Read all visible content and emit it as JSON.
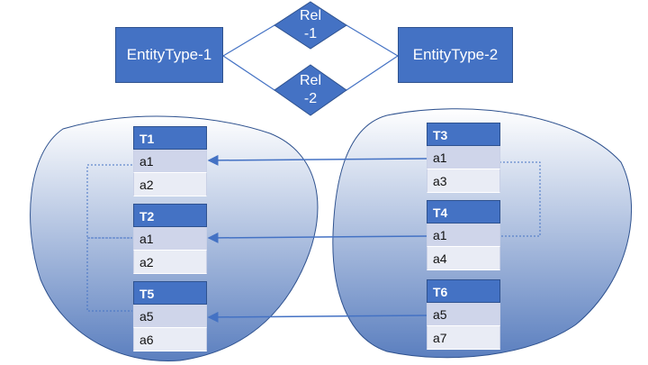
{
  "entities": {
    "left": "EntityType-1",
    "right": "EntityType-2"
  },
  "relationships": {
    "top": "Rel\n-1",
    "top_line1": "Rel",
    "top_line2": "-1",
    "bottom_line1": "Rel",
    "bottom_line2": "-2"
  },
  "tables": {
    "t1": {
      "name": "T1",
      "rows": [
        "a1",
        "a2"
      ]
    },
    "t2": {
      "name": "T2",
      "rows": [
        "a1",
        "a2"
      ]
    },
    "t5": {
      "name": "T5",
      "rows": [
        "a5",
        "a6"
      ]
    },
    "t3": {
      "name": "T3",
      "rows": [
        "a1",
        "a3"
      ]
    },
    "t4": {
      "name": "T4",
      "rows": [
        "a1",
        "a4"
      ]
    },
    "t6": {
      "name": "T6",
      "rows": [
        "a5",
        "a7"
      ]
    }
  },
  "colors": {
    "entity_fill": "#4472c4",
    "arrow": "#4472c4",
    "blob_top": "#ffffff",
    "blob_bottom": "#5b7fbf"
  }
}
